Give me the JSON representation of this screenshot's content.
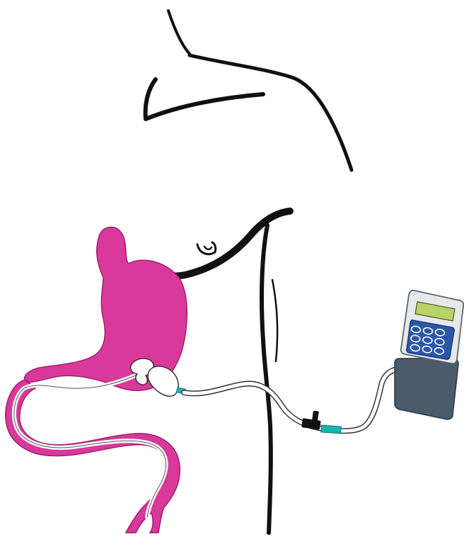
{
  "figure": {
    "parts": [
      "body-outline",
      "stomach",
      "small-intestine",
      "feeding-tube",
      "tube-connector",
      "extension-set",
      "feeding-pump"
    ]
  },
  "pump": {
    "keypad_rows": 3,
    "keypad_cols": 3
  },
  "colors": {
    "organ": "#d9399a",
    "outline": "#111111",
    "pump_body": "#4b5b6b",
    "pump_face": "#e6e8ea",
    "pump_screen": "#b9d36b",
    "keypad": "#2a57a8",
    "tube_accent": "#19b3b0"
  }
}
